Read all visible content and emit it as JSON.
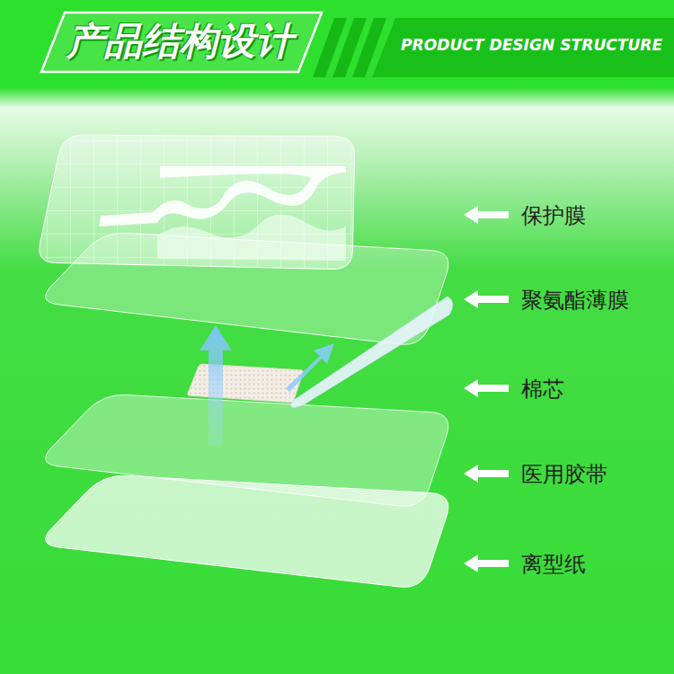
{
  "diagram": {
    "title": "产品结构设计",
    "labels": [
      "PRODUCT DESIGN STRUCTURE",
      "保护膜",
      "聚氨酯薄膜",
      "棉芯",
      "医用胶带",
      "离型纸"
    ]
  }
}
